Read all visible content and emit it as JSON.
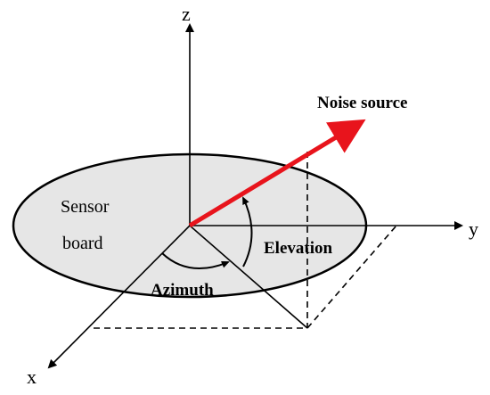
{
  "labels": {
    "z_axis": "z",
    "y_axis": "y",
    "x_axis": "x",
    "board_line1": "Sensor",
    "board_line2": "board",
    "noise_source": "Noise source",
    "elevation": "Elevation",
    "azimuth": "Azimuth"
  },
  "colors": {
    "board_fill": "#e6e6e6",
    "noise_vector": "#e8141c",
    "line": "#000000"
  }
}
